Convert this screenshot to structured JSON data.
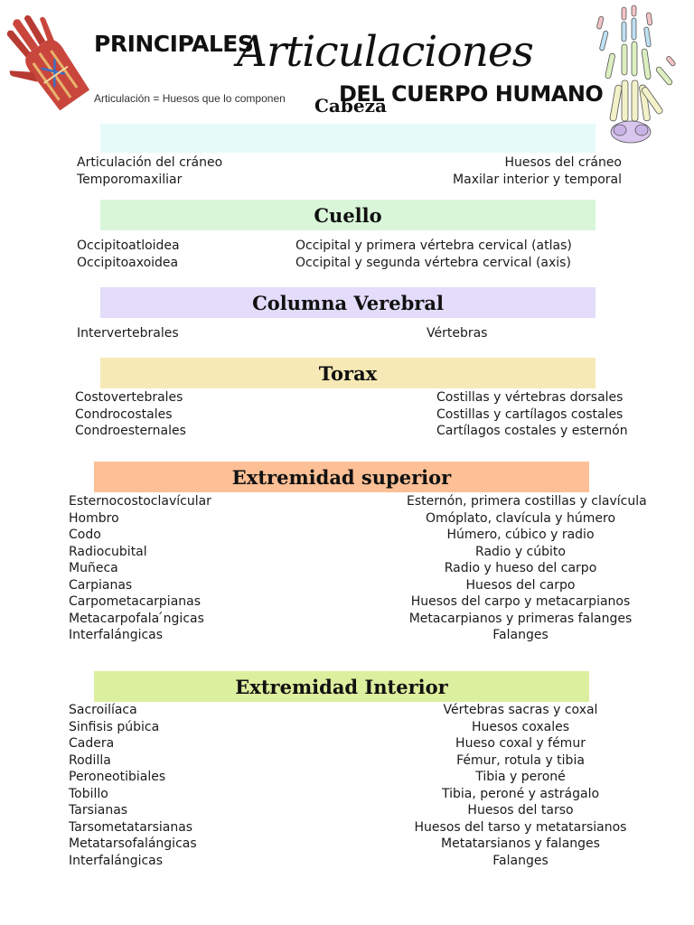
{
  "header": {
    "title_part1": "PRINCIPALES",
    "title_part2": "Articulaciones",
    "title_part3": "DEL CUERPO HUMANO",
    "subtitle": "Articulación = Huesos que lo componen"
  },
  "colors": {
    "cabeza": "#e7fafa",
    "cuello": "#d9f6d9",
    "columna": "#e3dcfa",
    "torax": "#f6e9b5",
    "superior": "#fdbf95",
    "inferior": "#dcef9e"
  },
  "sections": {
    "cabeza": {
      "title": "Cabeza",
      "left": [
        "Articulación del cráneo",
        "Temporomaxiliar"
      ],
      "right": [
        "Huesos del cráneo",
        "Maxilar interior y temporal"
      ]
    },
    "cuello": {
      "title": "Cuello",
      "left": [
        "Occipitoatloidea",
        "Occipitoaxoidea"
      ],
      "right": [
        "Occipital y primera vértebra cervical (atlas)",
        "Occipital y segunda vértebra cervical (axis)"
      ]
    },
    "columna": {
      "title": "Columna Verebral",
      "left": [
        "Intervertebrales"
      ],
      "right": [
        "Vértebras"
      ]
    },
    "torax": {
      "title": "Torax",
      "left": [
        "Costovertebrales",
        "Condrocostales",
        "Condroesternales"
      ],
      "right": [
        "Costillas y vértebras dorsales",
        "Costillas y cartílagos costales",
        "Cartílagos costales y esternón"
      ]
    },
    "superior": {
      "title": "Extremidad superior",
      "left": [
        "Esternocostoclavícular",
        "Hombro",
        "Codo",
        "Radiocubital",
        "Muñeca",
        "Carpianas",
        "Carpometacarpianas",
        "Metacarpofala ́ngicas",
        "Interfalángicas"
      ],
      "right": [
        "Esternón, primera costillas y clavícula",
        "Omóplato, clavícula y húmero",
        "Húmero, cúbico y radio",
        "Radio y cúbito",
        "Radio y hueso del carpo",
        "Huesos del carpo",
        "Huesos del carpo y metacarpianos",
        "Metacarpianos y primeras falanges",
        "Falanges"
      ]
    },
    "inferior": {
      "title": "Extremidad Interior",
      "left": [
        "Sacroilíaca",
        "Sinfisis púbica",
        "Cadera",
        "Rodilla",
        "Peroneotibiales",
        "Tobillo",
        "Tarsianas",
        "Tarsometatarsianas",
        "Metatarsofalángicas",
        "Interfalángicas"
      ],
      "right": [
        "Vértebras sacras y coxal",
        "Huesos coxales",
        "Hueso coxal y fémur",
        "Fémur, rotula y tibia",
        "Tibia y peroné",
        "Tibia, peroné y astrágalo",
        "Huesos del tarso",
        "Huesos del tarso y metatarsianos",
        "Metatarsianos y falanges",
        "Falanges"
      ]
    }
  }
}
